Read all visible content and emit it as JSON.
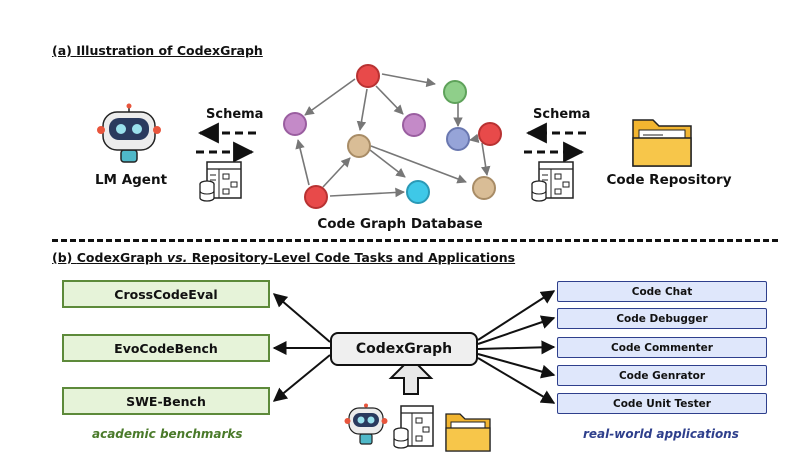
{
  "section_a": {
    "prefix": "(a) ",
    "title": "Illustration of CodexGraph"
  },
  "section_b": {
    "prefix": "(b) ",
    "name": "CodexGraph ",
    "vs": "vs.",
    "rest": " Repository-Level Code Tasks and Applications"
  },
  "agent_label": "LM Agent",
  "repo_label": "Code Repository",
  "db_label": "Code Graph Database",
  "schema_left": "Schema",
  "schema_right": "Schema",
  "center_box": "CodexGraph",
  "benchmarks": [
    "CrossCodeEval",
    "EvoCodeBench",
    "SWE-Bench"
  ],
  "benchmarks_caption": "academic benchmarks",
  "applications": [
    "Code Chat",
    "Code Debugger",
    "Code Commenter",
    "Code Genrator",
    "Code Unit Tester"
  ],
  "applications_caption": "real-world applications",
  "colors": {
    "node_red": "#e84a4a",
    "node_purple": "#c48ac8",
    "node_tan": "#d9bd96",
    "node_green": "#8fcf8a",
    "node_blue": "#96a4d8",
    "node_cyan": "#3ec8e8",
    "bench_fill": "#e6f3d9",
    "bench_border": "#5d8a3a",
    "app_fill": "#dfe7fb",
    "app_border": "#2e3f8c",
    "folder": "#f7c64a"
  },
  "icons": [
    "robot-icon",
    "database-schema-icon",
    "folder-icon"
  ]
}
